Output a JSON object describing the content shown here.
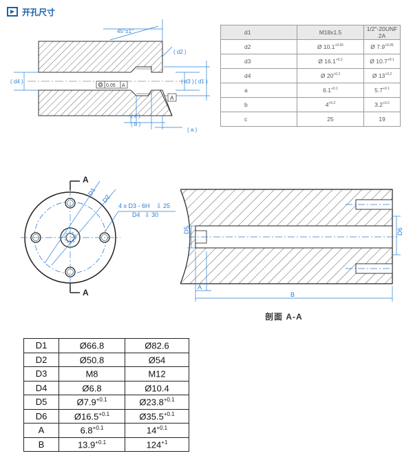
{
  "header": {
    "title": "开孔尺寸"
  },
  "top_drawing": {
    "angle_label": "45°±1°",
    "d1": "( d1 )",
    "d2": "( d2 )",
    "d3": "( d3 )",
    "d4": "( d4 )",
    "a": "( a )",
    "b": "( b )",
    "c": "( c )",
    "tolerance_value": "0.05",
    "datum_frame": "A",
    "datum": "A"
  },
  "thread_table": {
    "headers": [
      "d1",
      "M18x1.5",
      "1/2\"-20UNF 2A"
    ],
    "rows": [
      {
        "name": "d2",
        "v1": "Ø 10.1",
        "t1": "+0.05",
        "v2": "Ø 7.9",
        "t2": "+0.05"
      },
      {
        "name": "d3",
        "v1": "Ø 16.1",
        "t1": "+0.1",
        "v2": "Ø 10.7",
        "t2": "+0.1"
      },
      {
        "name": "d4",
        "v1": "Ø 20",
        "t1": "+0.2",
        "v2": "Ø 13",
        "t2": "+0.2"
      },
      {
        "name": "a",
        "v1": "6.1",
        "t1": "+0.1",
        "v2": "5.7",
        "t2": "+0.1"
      },
      {
        "name": "b",
        "v1": "4",
        "t1": "+0.2",
        "v2": "3.2",
        "t2": "+0.2"
      },
      {
        "name": "c",
        "v1": "25",
        "t1": "",
        "v2": "19",
        "t2": ""
      }
    ]
  },
  "flange_drawing": {
    "section_mark": "A",
    "d1": "D1",
    "d2": "D2",
    "callout_line1": "4 x  D3 - 6H",
    "callout_depth1": "25",
    "callout_line2": "D4",
    "callout_depth2": "30"
  },
  "section_drawing": {
    "d5": "D5",
    "d6": "D6",
    "a": "A",
    "b": "B",
    "title": "剖面 A-A"
  },
  "dims_table": {
    "rows": [
      {
        "name": "D1",
        "v1": "Ø66.8",
        "t1": "",
        "v2": "Ø82.6",
        "t2": ""
      },
      {
        "name": "D2",
        "v1": "Ø50.8",
        "t1": "",
        "v2": "Ø54",
        "t2": ""
      },
      {
        "name": "D3",
        "v1": "M8",
        "t1": "",
        "v2": "M12",
        "t2": ""
      },
      {
        "name": "D4",
        "v1": "Ø6.8",
        "t1": "",
        "v2": "Ø10.4",
        "t2": ""
      },
      {
        "name": "D5",
        "v1": "Ø7.9",
        "t1": "+0.1",
        "v2": "Ø23.8",
        "t2": "+0.1"
      },
      {
        "name": "D6",
        "v1": "Ø16.5",
        "t1": "+0.1",
        "v2": "Ø35.5",
        "t2": "+0.1"
      },
      {
        "name": "A",
        "v1": "6.8",
        "t1": "+0.1",
        "v2": "14",
        "t2": "+0.1"
      },
      {
        "name": "B",
        "v1": "13.9",
        "t1": "+0.1",
        "v2": "124",
        "t2": "+1"
      }
    ]
  },
  "colors": {
    "accent": "#1b5fa8",
    "dimension_blue": "#2a7fd4",
    "line": "#333333"
  }
}
